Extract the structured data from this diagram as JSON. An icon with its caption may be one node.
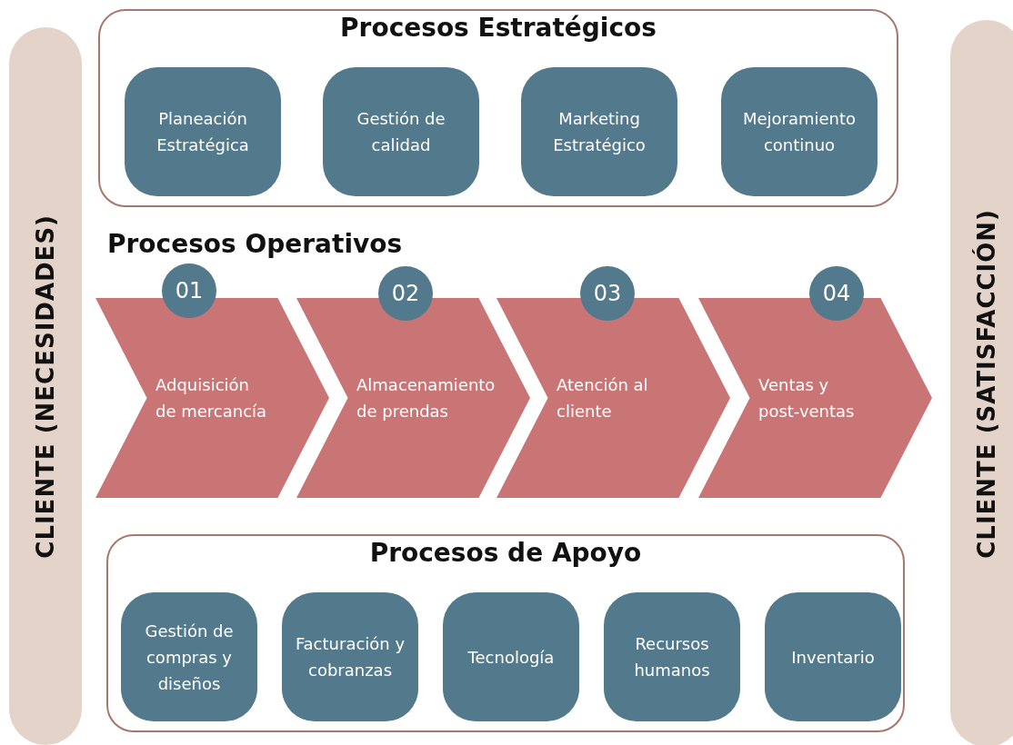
{
  "diagram": {
    "nodes": [
      {
        "text": [
          "CLIENTE (NECESIDADES)"
        ]
      },
      {
        "text": [
          "Procesos Estratégicos"
        ]
      },
      {
        "text": [
          "Planeación Estratégica"
        ],
        "in": 1
      },
      {
        "text": [
          "Gestión de calidad"
        ],
        "in": 1
      },
      {
        "text": [
          "Marketing Estratégico"
        ],
        "in": 1
      },
      {
        "text": [
          "Mejoramiento continuo"
        ],
        "in": 1
      },
      {
        "text": [
          "01"
        ]
      },
      {
        "text": [
          "Adquisición de mercancía"
        ]
      },
      {
        "text": [
          "02"
        ]
      },
      {
        "text": [
          "Almacenamiento de prendas"
        ]
      },
      {
        "text": [
          "03"
        ]
      },
      {
        "text": [
          "Atención al cliente"
        ]
      },
      {
        "text": [
          "04"
        ]
      },
      {
        "text": [
          "Ventas y post-ventas"
        ]
      },
      {
        "text": [
          "Procesos de Apoyo"
        ]
      },
      {
        "text": [
          "Gestión de compras y diseños"
        ],
        "in": 14
      },
      {
        "text": [
          "Facturación y cobranzas"
        ],
        "in": 14
      },
      {
        "text": [
          "Tecnología"
        ],
        "in": 14
      },
      {
        "text": [
          "Recursos humanos"
        ],
        "in": 14
      },
      {
        "text": [
          "Inventario"
        ],
        "in": 14
      },
      {
        "text": [
          "CLIENTE (SATISFACCIÓN)"
        ]
      }
    ],
    "labels": [
      "Procesos Operativos"
    ]
  }
}
